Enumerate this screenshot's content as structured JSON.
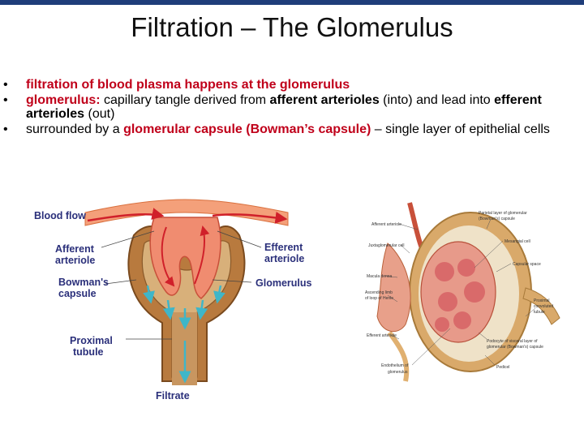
{
  "slide": {
    "title": "Filtration – The Glomerulus"
  },
  "bullets": {
    "b1": {
      "marker": "•",
      "text": "filtration of blood plasma happens at the glomerulus"
    },
    "b2": {
      "marker": "•",
      "term": "glomerulus:",
      "t1": " capillary tangle derived from ",
      "afferent": "afferent arterioles",
      "t2": " (into) and lead into ",
      "efferent": "efferent arterioles",
      "t3": " (out)"
    },
    "b3": {
      "marker": "•",
      "t1": "surrounded by a ",
      "capsule": "glomerular capsule (Bowman’s capsule)",
      "t2": " – single layer of epithelial cells"
    }
  },
  "left_diagram": {
    "blood_flow": "Blood flow",
    "afferent_l1": "Afferent",
    "afferent_l2": "arteriole",
    "efferent_l1": "Efferent",
    "efferent_l2": "arteriole",
    "bowman_l1": "Bowman's",
    "bowman_l2": "capsule",
    "glomerulus": "Glomerulus",
    "proximal_l1": "Proximal",
    "proximal_l2": "tubule",
    "filtrate": "Filtrate"
  },
  "right_diagram": {
    "afferent_arteriole": "Afferent arteriole",
    "juxtaglomerular_cell": "Juxtaglomerular cell",
    "macula_densa": "Macula densa",
    "ascending_limb_l1": "Ascending limb",
    "ascending_limb_l2": "of loop of Henle",
    "efferent_arteriole": "Efferent arteriole",
    "endothelium_l1": "Endothelium of",
    "endothelium_l2": "glomerulus",
    "parietal_l1": "Parietal layer of glomerular",
    "parietal_l2": "(Bowman's) capsule",
    "mesangial_cell": "Mesangial cell",
    "capsular_space": "Capsular space",
    "proximal_l1": "Proximal",
    "proximal_l2": "convoluted",
    "proximal_l3": "tubule",
    "podocyte_l1": "Podocyte of visceral layer of",
    "podocyte_l2": "glomerular (Bowman's) capsule",
    "pedicel": "Pedicel"
  }
}
